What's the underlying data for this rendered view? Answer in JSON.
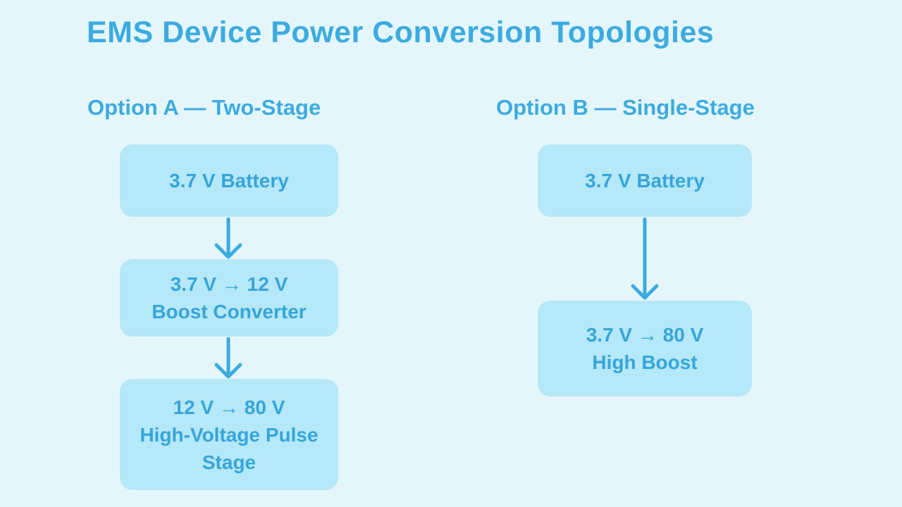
{
  "theme": {
    "background": "#e5f6fb",
    "node_fill": "#b5e8f8",
    "accent": "#3cabe1",
    "node_text": "#36a5da"
  },
  "title": "EMS Device Power Conversion Topologies",
  "columns": [
    {
      "label": "Option A — Two-Stage",
      "boxes": [
        {
          "lines": [
            "3.7 V Battery"
          ]
        },
        {
          "lines": [
            "3.7 V → 12 V",
            "Boost Converter"
          ]
        },
        {
          "lines": [
            "12 V → 80 V",
            "High-Voltage Pulse",
            "Stage"
          ]
        }
      ]
    },
    {
      "label": "Option B — Single-Stage",
      "boxes": [
        {
          "lines": [
            "3.7 V Battery"
          ]
        },
        {
          "lines": [
            "3.7 V → 80 V",
            "High Boost"
          ]
        }
      ]
    }
  ]
}
